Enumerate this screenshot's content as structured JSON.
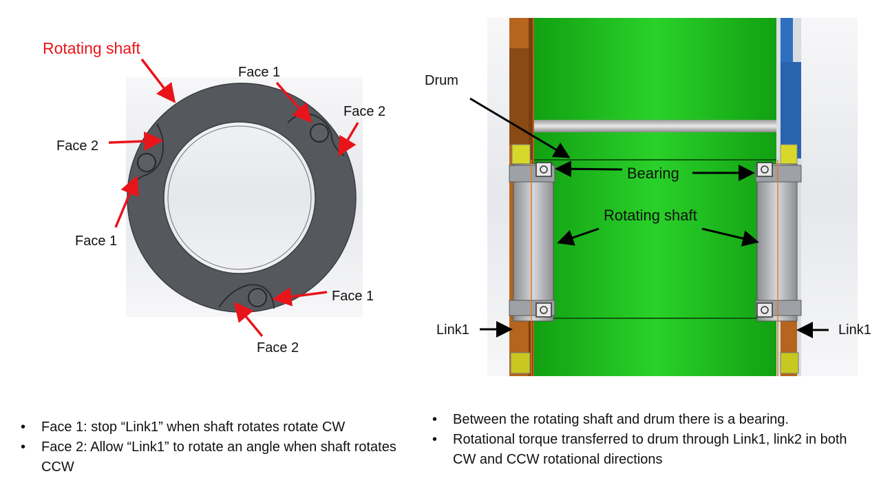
{
  "left_figure": {
    "title": "Rotating shaft",
    "labels": {
      "face1_top": "Face 1",
      "face2_right": "Face 2",
      "face2_left": "Face 2",
      "face1_left": "Face 1",
      "face1_bottom": "Face 1",
      "face2_bottom": "Face 2"
    }
  },
  "right_figure": {
    "labels": {
      "drum": "Drum",
      "bearing": "Bearing",
      "rotating_shaft": "Rotating shaft",
      "link1_left": "Link1",
      "link1_right": "Link1"
    }
  },
  "notes_left": [
    "Face 1: stop “Link1” when shaft rotates rotate CW",
    "Face 2: Allow “Link1” to rotate an angle when shaft rotates CCW"
  ],
  "notes_right": [
    "Between the rotating shaft and drum there is a bearing.",
    "Rotational torque transferred to drum through Link1, link2 in both CW and CCW rotational directions"
  ],
  "colors": {
    "annotation_red": "#e8141a",
    "arrow_black": "#000000",
    "shaft_gray": "#55585d",
    "drum_green": "#19b419",
    "link_brown": "#b5651d",
    "bracket_blue": "#2f6fc0",
    "yellow_block": "#d8d82a"
  }
}
